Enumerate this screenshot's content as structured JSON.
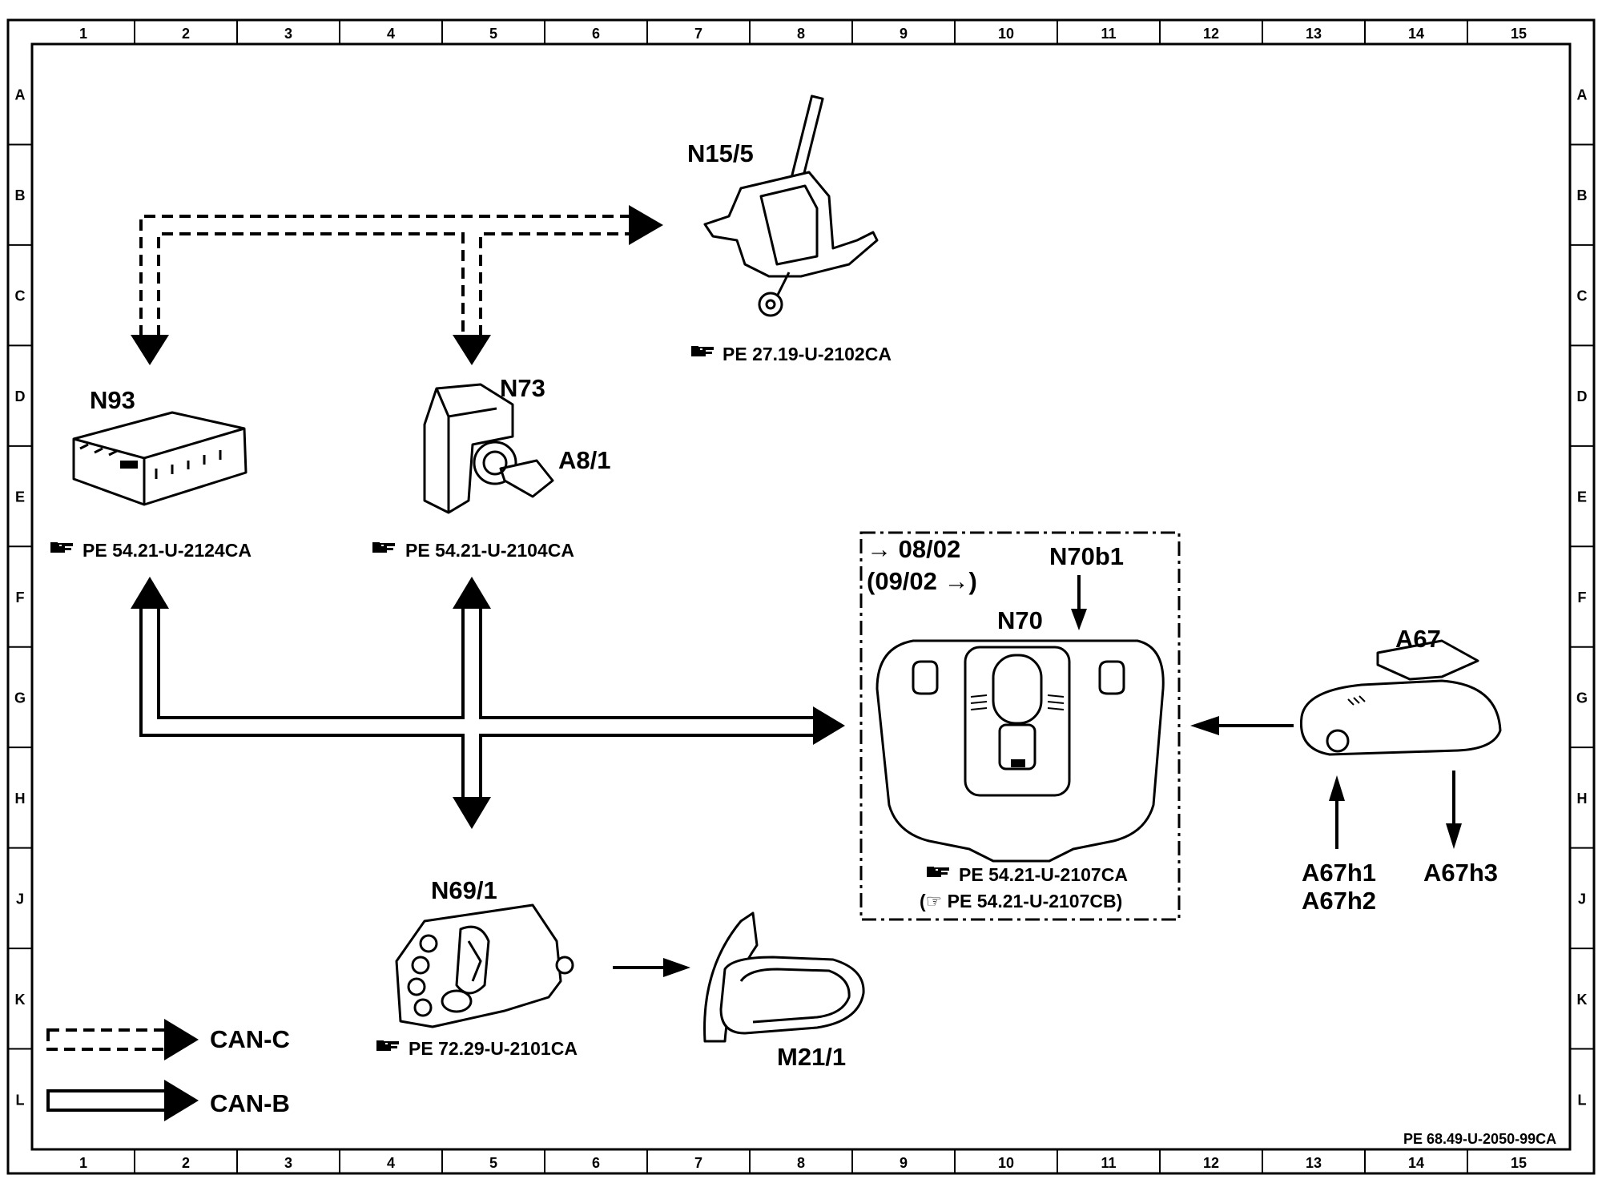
{
  "frame": {
    "columns": [
      "1",
      "2",
      "3",
      "4",
      "5",
      "6",
      "7",
      "8",
      "9",
      "10",
      "11",
      "12",
      "13",
      "14",
      "15"
    ],
    "rows": [
      "A",
      "B",
      "C",
      "D",
      "E",
      "F",
      "G",
      "H",
      "J",
      "K",
      "L"
    ],
    "footer_ref": "PE 68.49-U-2050-99CA"
  },
  "components": {
    "n15_5": {
      "label": "N15/5",
      "ref": "PE 27.19-U-2102CA"
    },
    "n93": {
      "label": "N93",
      "ref": "PE 54.21-U-2124CA"
    },
    "n73": {
      "label": "N73",
      "ref": "PE 54.21-U-2104CA"
    },
    "a8_1": {
      "label": "A8/1"
    },
    "n70": {
      "label": "N70",
      "sensor_label": "N70b1",
      "date_from": "→ 08/02",
      "date_to": "(09/02 →)",
      "ref": "PE 54.21-U-2107CA",
      "ref_alt": "(☞ PE 54.21-U-2107CB)"
    },
    "a67": {
      "label": "A67",
      "h1": "A67h1",
      "h2": "A67h2",
      "h3": "A67h3"
    },
    "n69_1": {
      "label": "N69/1",
      "ref": "PE 72.29-U-2101CA"
    },
    "m21_1": {
      "label": "M21/1"
    }
  },
  "legend": {
    "can_c": "CAN-C",
    "can_b": "CAN-B"
  },
  "icons": {
    "reference": "pointing-hand-icon"
  }
}
